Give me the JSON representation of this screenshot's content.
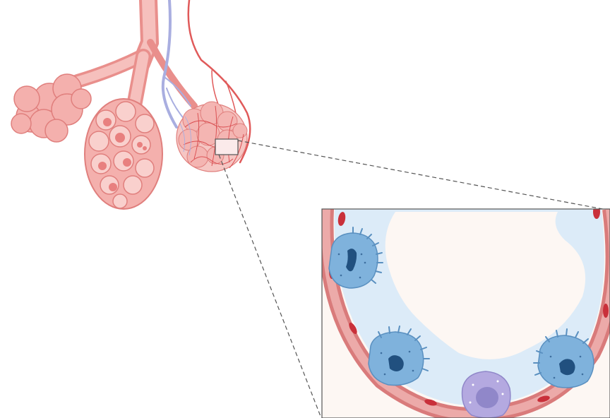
{
  "figure": {
    "type": "anatomical-illustration",
    "labels": [],
    "colors": {
      "background": "#ffffff",
      "airway": "#f3a9a6",
      "airway_stroke": "#e07f7d",
      "alveolus": "#f4b0ad",
      "alveolus_dark": "#e8807f",
      "vein": "#a9aee0",
      "artery": "#e05a5a",
      "inset_bg": "#fdf7f3",
      "airspace": "#dcebf8",
      "wall": "#d97b7b",
      "rbc": "#c9303a",
      "macrophage": "#7fb2dc",
      "macrophage_nucleus": "#21507f",
      "leukocyte": "#b4a9e0",
      "leukocyte_nucleus": "#9087c9",
      "zoom_lines": "#555555"
    },
    "elements": {
      "macrophages": 3,
      "leukocytes": 1,
      "alveolar_clusters": 3
    }
  }
}
